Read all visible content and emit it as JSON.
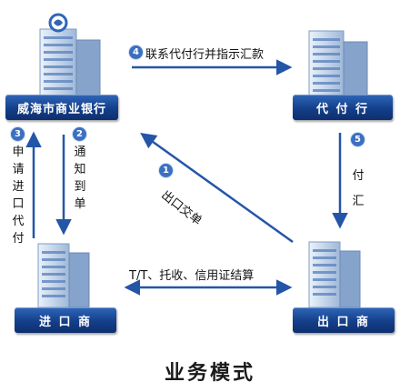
{
  "title": "业务模式",
  "nodes": {
    "importer_bank": "威海市商业银行",
    "paying_bank": "代 付 行",
    "importer": "进 口 商",
    "exporter": "出 口 商"
  },
  "flows": [
    {
      "step": "1",
      "label": "出口交单"
    },
    {
      "step": "2",
      "label": "通知到单"
    },
    {
      "step": "3",
      "label": "申请进口代付"
    },
    {
      "step": "4",
      "label": "联系代付行并指示汇款"
    },
    {
      "step": "5",
      "label": "付汇"
    }
  ],
  "settlement_label": "T/T、托收、信用证结算",
  "colors": {
    "node": "#143f8a",
    "arrow": "#2456a8",
    "step_circle": "#3c6fc0"
  }
}
